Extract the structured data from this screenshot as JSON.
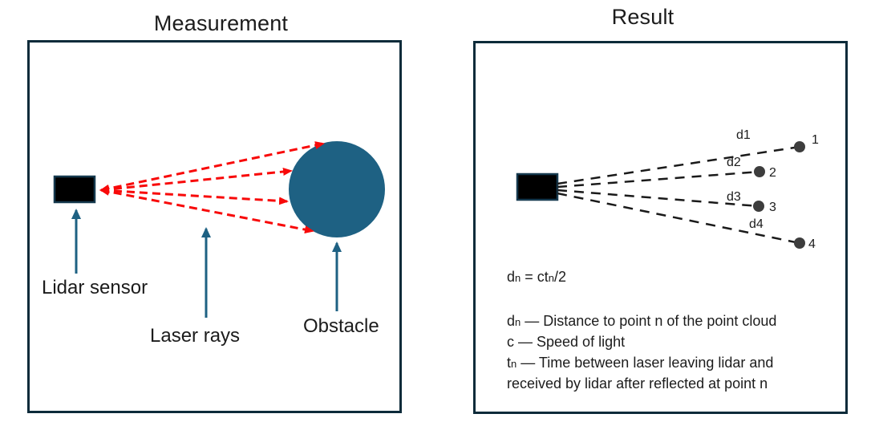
{
  "measurement": {
    "title": "Measurement",
    "labels": {
      "lidar_sensor": "Lidar sensor",
      "laser_rays": "Laser rays",
      "obstacle": "Obstacle"
    },
    "colors": {
      "laser_ray_red": "#f80909",
      "obstacle_teal": "#1e6183",
      "annotation_arrow_teal": "#1e6183",
      "box_border_navy": "#0d2b3a",
      "sensor_fill_black": "#000000",
      "sensor_border_teal": "#15394e"
    }
  },
  "result": {
    "title": "Result",
    "distance_labels": [
      "d1",
      "d2",
      "d3",
      "d4"
    ],
    "point_numbers": [
      "1",
      "2",
      "3",
      "4"
    ],
    "formula": {
      "d_term": "d",
      "d_sub": "n",
      "equals_ct": " = ct",
      "t_sub": "n",
      "divide_2": "/2"
    },
    "definitions": [
      {
        "term": "d",
        "sub": "n",
        "text": " — Distance to point n of the point cloud"
      },
      {
        "term": "c",
        "sub": "",
        "text": " — Speed of light"
      },
      {
        "term": "t",
        "sub": "n",
        "text": " — Time between laser leaving lidar and"
      },
      {
        "term": "",
        "sub": "",
        "text": "received by lidar after reflected at point n"
      }
    ],
    "colors": {
      "ray_dash_black": "#1a1a1a",
      "point_gray": "#3d3d3d"
    }
  }
}
